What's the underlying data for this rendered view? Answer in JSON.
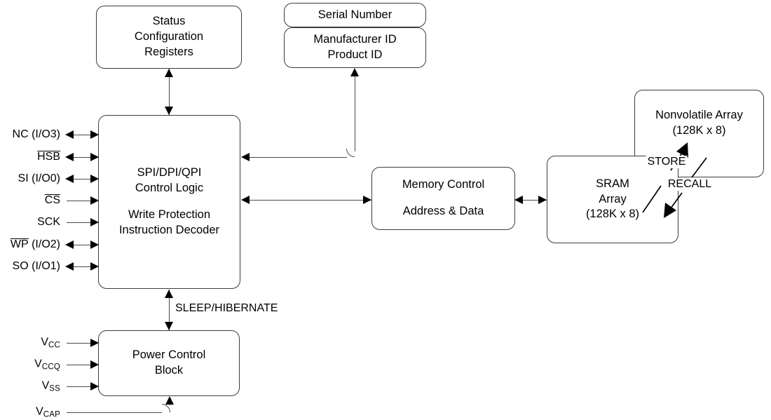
{
  "diagram": {
    "title": "Serial NVSRAM functional block diagram",
    "stroke_color": "#4a4a4a",
    "text_color": "#000000",
    "background": "#ffffff"
  },
  "blocks": {
    "status_registers": {
      "line1": "Status",
      "line2": "Configuration",
      "line3": "Registers"
    },
    "serial_number": {
      "line1": "Serial Number"
    },
    "ids": {
      "line1": "Manufacturer ID",
      "line2": "Product ID"
    },
    "control_logic": {
      "line1": "SPI/DPI/QPI",
      "line2": "Control Logic",
      "line3": "Write Protection",
      "line4": "Instruction Decoder"
    },
    "memory_control": {
      "line1": "Memory Control",
      "line2": "Address & Data"
    },
    "sram_array": {
      "line1": "SRAM",
      "line2": "Array",
      "line3": "(128K x 8)"
    },
    "nonvolatile_array": {
      "line1": "Nonvolatile Array",
      "line2": "(128K x 8)"
    },
    "power_control": {
      "line1": "Power Control",
      "line2": "Block"
    }
  },
  "signal_pins": [
    {
      "name": "nc-io3",
      "text": "NC (I/O3)",
      "overline": false,
      "direction": "bidirectional"
    },
    {
      "name": "hsb",
      "text": "HSB",
      "overline": true,
      "direction": "bidirectional"
    },
    {
      "name": "si-io0",
      "text": "SI (I/O0)",
      "overline": false,
      "direction": "bidirectional"
    },
    {
      "name": "cs",
      "text": "CS",
      "overline": true,
      "direction": "input"
    },
    {
      "name": "sck",
      "text": "SCK",
      "overline": false,
      "direction": "input"
    },
    {
      "name": "wp-io2",
      "text": "WP (I/O2)",
      "overline": "WP",
      "direction": "bidirectional"
    },
    {
      "name": "so-io1",
      "text": "SO (I/O1)",
      "overline": false,
      "direction": "bidirectional"
    }
  ],
  "power_pins": [
    {
      "name": "vcc",
      "base": "V",
      "sub": "CC",
      "direction": "input"
    },
    {
      "name": "vccq",
      "base": "V",
      "sub": "CCQ",
      "direction": "input"
    },
    {
      "name": "vss",
      "base": "V",
      "sub": "SS",
      "direction": "input"
    },
    {
      "name": "vcap",
      "base": "V",
      "sub": "CAP",
      "direction": "input"
    }
  ],
  "connection_labels": {
    "sleep_hibernate": "SLEEP/HIBERNATE",
    "store": "STORE",
    "recall": "RECALL"
  }
}
